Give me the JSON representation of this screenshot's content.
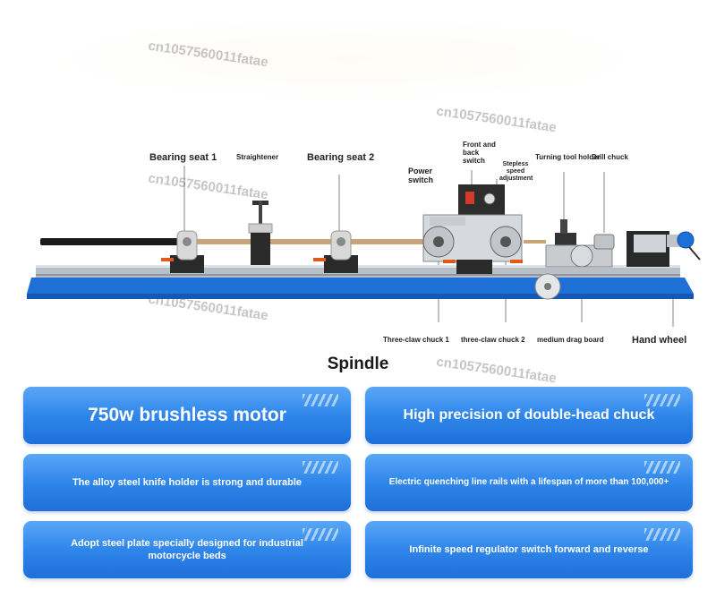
{
  "watermark": "cn1057560011fatae",
  "labels": {
    "bearing_seat_1": "Bearing seat 1",
    "straightener": "Straightener",
    "bearing_seat_2": "Bearing seat 2",
    "power_switch": "Power switch",
    "front_back_switch": "Front and back switch",
    "stepless_speed": "Stepless speed adjustment",
    "turning_tool_holder": "Turning tool holder",
    "drill_chuck": "Drill chuck",
    "three_claw_chuck_1": "Three-claw chuck 1",
    "three_claw_chuck_2": "three-claw chuck 2",
    "medium_drag_board": "medium drag board",
    "hand_wheel": "Hand wheel"
  },
  "spindle_title": "Spindle",
  "features": [
    "750w brushless motor",
    "High precision of double-head chuck",
    "The alloy steel knife holder is strong and durable",
    "Electric quenching line rails with a lifespan of more than 100,000+",
    "Adopt steel plate specially designed for industrial motorcycle beds",
    "Infinite speed regulator switch forward and reverse"
  ],
  "colors": {
    "card_blue": "#2f86ea",
    "base_blue": "#1e6fd6",
    "rail": "#b9bfc6",
    "rod_wood": "#c9a57a"
  }
}
